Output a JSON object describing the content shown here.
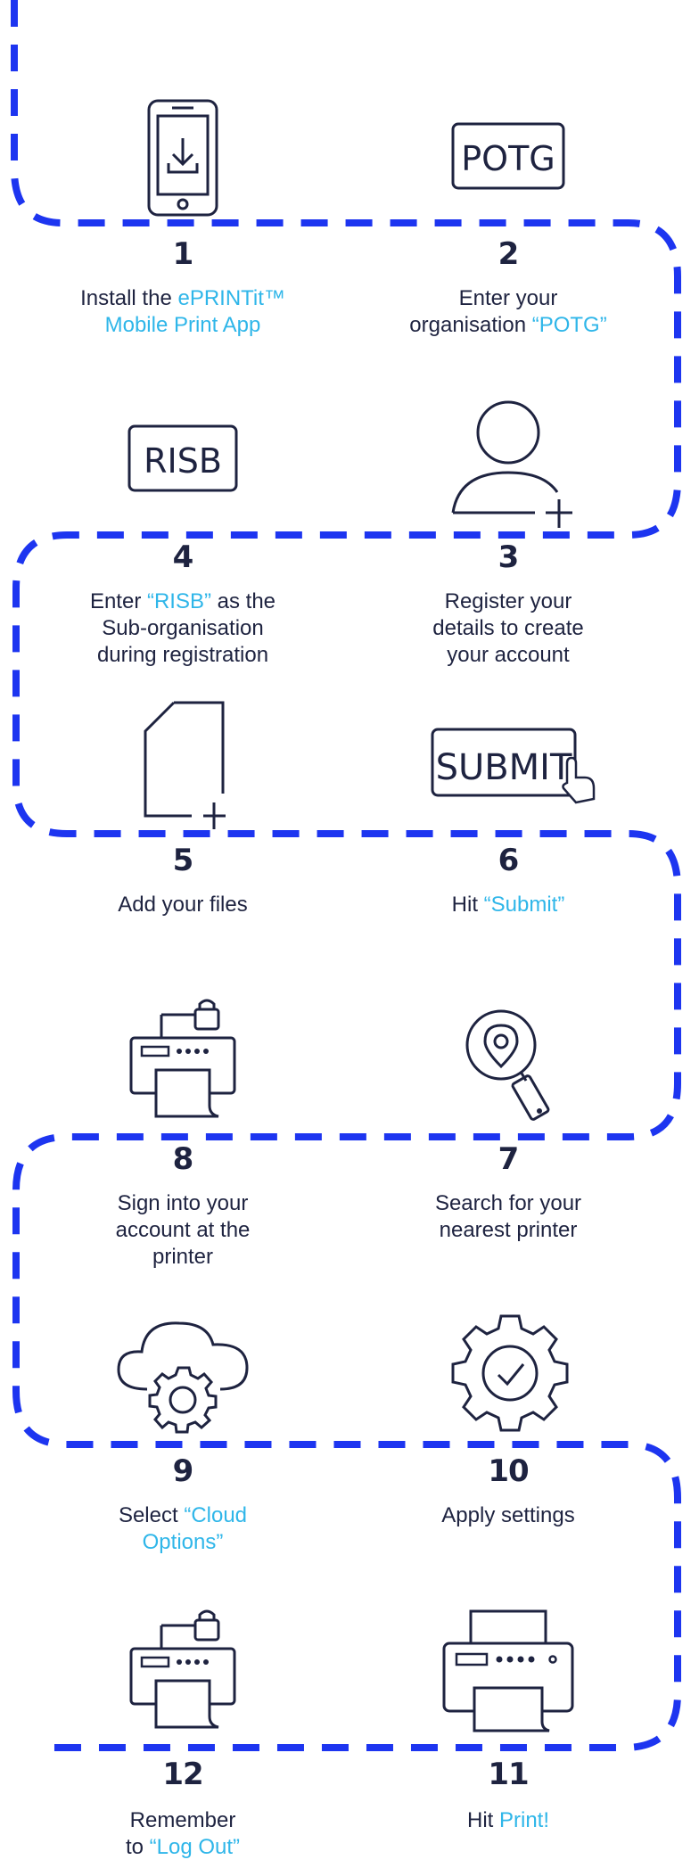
{
  "colors": {
    "path": "#1d35f0",
    "ink": "#1e2340",
    "highlight": "#2fb6e9"
  },
  "steps": [
    {
      "number": "1",
      "icon": "phone-download-icon",
      "caption_plain": "Install the ",
      "caption_hl": "ePRINTit™ Mobile Print App",
      "caption_after": ""
    },
    {
      "number": "2",
      "icon": "potg-box-icon",
      "box_text": "POTG",
      "caption_plain": "Enter your organisation ",
      "caption_hl": "“POTG”",
      "caption_after": ""
    },
    {
      "number": "3",
      "icon": "add-user-icon",
      "caption_plain": "Register your details to create your account",
      "caption_hl": "",
      "caption_after": ""
    },
    {
      "number": "4",
      "icon": "risb-box-icon",
      "box_text": "RISB",
      "caption_plain": "Enter ",
      "caption_hl": "“RISB”",
      "caption_after": " as the Sub-organisation during registration"
    },
    {
      "number": "5",
      "icon": "add-file-icon",
      "caption_plain": "Add your files",
      "caption_hl": "",
      "caption_after": ""
    },
    {
      "number": "6",
      "icon": "submit-button-icon",
      "box_text": "SUBMIT",
      "caption_plain": "Hit ",
      "caption_hl": "“Submit”",
      "caption_after": ""
    },
    {
      "number": "7",
      "icon": "search-location-icon",
      "caption_plain": "Search for your nearest printer",
      "caption_hl": "",
      "caption_after": ""
    },
    {
      "number": "8",
      "icon": "locked-printer-icon",
      "caption_plain": "Sign into your account at the printer",
      "caption_hl": "",
      "caption_after": ""
    },
    {
      "number": "9",
      "icon": "cloud-gear-icon",
      "caption_plain": "Select ",
      "caption_hl": "“Cloud Options”",
      "caption_after": ""
    },
    {
      "number": "10",
      "icon": "gear-check-icon",
      "caption_plain": "Apply settings",
      "caption_hl": "",
      "caption_after": ""
    },
    {
      "number": "11",
      "icon": "printer-icon",
      "caption_plain": "Hit ",
      "caption_hl": "Print!",
      "caption_after": ""
    },
    {
      "number": "12",
      "icon": "locked-printer-icon",
      "caption_plain": "Remember to ",
      "caption_hl": "“Log Out”",
      "caption_after": ""
    }
  ]
}
